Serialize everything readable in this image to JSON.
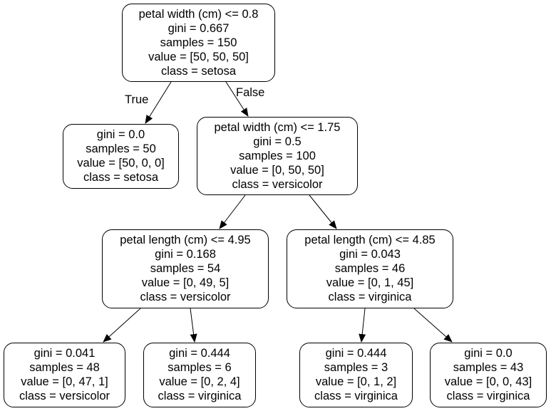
{
  "tree": {
    "nodes": [
      {
        "id": "n0",
        "lines": [
          "petal width (cm) <= 0.8",
          "gini = 0.667",
          "samples = 150",
          "value = [50, 50, 50]",
          "class = setosa"
        ]
      },
      {
        "id": "n1",
        "lines": [
          "gini = 0.0",
          "samples = 50",
          "value = [50, 0, 0]",
          "class = setosa"
        ]
      },
      {
        "id": "n2",
        "lines": [
          "petal width (cm) <= 1.75",
          "gini = 0.5",
          "samples = 100",
          "value = [0, 50, 50]",
          "class = versicolor"
        ]
      },
      {
        "id": "n3",
        "lines": [
          "petal length (cm) <= 4.95",
          "gini = 0.168",
          "samples = 54",
          "value = [0, 49, 5]",
          "class = versicolor"
        ]
      },
      {
        "id": "n4",
        "lines": [
          "petal length (cm) <= 4.85",
          "gini = 0.043",
          "samples = 46",
          "value = [0, 1, 45]",
          "class = virginica"
        ]
      },
      {
        "id": "n5",
        "lines": [
          "gini = 0.041",
          "samples = 48",
          "value = [0, 47, 1]",
          "class = versicolor"
        ]
      },
      {
        "id": "n6",
        "lines": [
          "gini = 0.444",
          "samples = 6",
          "value = [0, 2, 4]",
          "class = virginica"
        ]
      },
      {
        "id": "n7",
        "lines": [
          "gini = 0.444",
          "samples = 3",
          "value = [0, 1, 2]",
          "class = virginica"
        ]
      },
      {
        "id": "n8",
        "lines": [
          "gini = 0.0",
          "samples = 43",
          "value = [0, 0, 43]",
          "class = virginica"
        ]
      }
    ],
    "edges": [
      {
        "from": "n0",
        "to": "n1",
        "label": "True"
      },
      {
        "from": "n0",
        "to": "n2",
        "label": "False"
      },
      {
        "from": "n2",
        "to": "n3",
        "label": ""
      },
      {
        "from": "n2",
        "to": "n4",
        "label": ""
      },
      {
        "from": "n3",
        "to": "n5",
        "label": ""
      },
      {
        "from": "n3",
        "to": "n6",
        "label": ""
      },
      {
        "from": "n4",
        "to": "n7",
        "label": ""
      },
      {
        "from": "n4",
        "to": "n8",
        "label": ""
      }
    ]
  }
}
